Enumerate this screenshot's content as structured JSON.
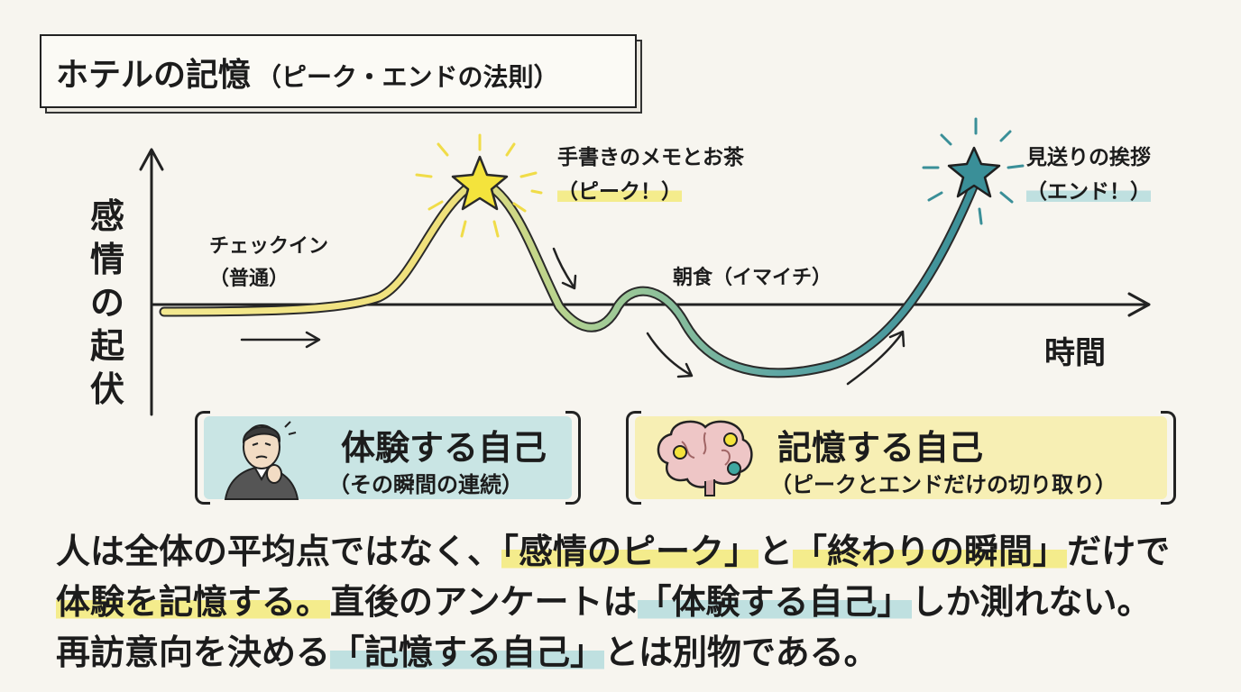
{
  "title": {
    "main": "ホテルの記憶",
    "sub": "（ピーク・エンドの法則）"
  },
  "axes": {
    "y_label": "感情の起伏",
    "x_label": "時間"
  },
  "annotations": {
    "checkin": {
      "line1": "チェックイン",
      "line2": "（普通）"
    },
    "peak": {
      "line1": "手書きのメモとお茶",
      "line2": "（ピーク！）"
    },
    "breakfast": {
      "text": "朝食（イマイチ）"
    },
    "end": {
      "line1": "見送りの挨拶",
      "line2": "（エンド！）"
    }
  },
  "experiencing_self": {
    "title": "体験する自己",
    "subtitle": "（その瞬間の連続）"
  },
  "remembering_self": {
    "title": "記憶する自己",
    "subtitle": "（ピークとエンドだけの切り取り）"
  },
  "summary": {
    "line1": {
      "a": "人は全体の平均点ではなく、",
      "b": "「感情のピーク」",
      "c": "と",
      "d": "「終わりの瞬間」",
      "e": "だけで"
    },
    "line2": {
      "a": "体験を記憶する。",
      "b": "直後のアンケートは",
      "c": "「体験する自己」",
      "d": "しか測れない。"
    },
    "line3": {
      "a": "再訪意向を決める",
      "b": "「記憶する自己」",
      "c": "とは別物である。"
    }
  },
  "colors": {
    "curve_start": "#f1e47a",
    "curve_mid": "#a9cf94",
    "curve_end": "#3c8f98",
    "peak_star": "#f3e23a",
    "end_star": "#3a8f98",
    "highlight_yellow": "#f4ec8c",
    "highlight_teal": "#bfe0e0"
  }
}
